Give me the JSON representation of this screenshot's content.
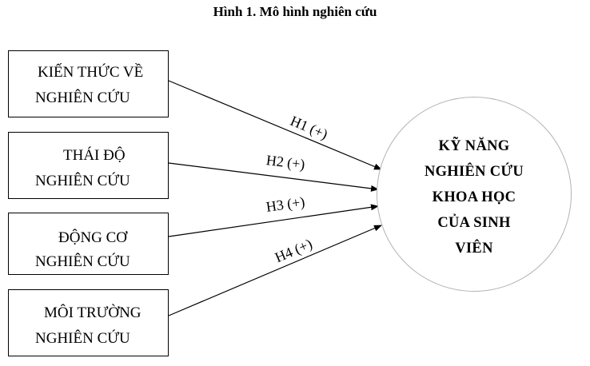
{
  "title": "Hình 1. Mô hình nghiên cứu",
  "factors": [
    {
      "line1": "KIẾN THỨC VỀ",
      "line2": "NGHIÊN CỨU"
    },
    {
      "line1": "THÁI ĐỘ",
      "line2": "NGHIÊN CỨU"
    },
    {
      "line1": "ĐỘNG CƠ",
      "line2": "NGHIÊN CỨU"
    },
    {
      "line1": "MÔI TRƯỜNG",
      "line2": "NGHIÊN CỨU"
    }
  ],
  "outcome": {
    "lines": [
      "KỸ NĂNG",
      "NGHIÊN CỨU",
      "KHOA HỌC",
      "CỦA SINH",
      "VIÊN"
    ]
  },
  "hypotheses": [
    {
      "label": "H1 (+)",
      "from": "factor-1",
      "to": "outcome"
    },
    {
      "label": "H2 (+)",
      "from": "factor-2",
      "to": "outcome"
    },
    {
      "label": "H3 (+)",
      "from": "factor-3",
      "to": "outcome"
    },
    {
      "label": "H4 (+)",
      "from": "factor-4",
      "to": "outcome"
    }
  ]
}
